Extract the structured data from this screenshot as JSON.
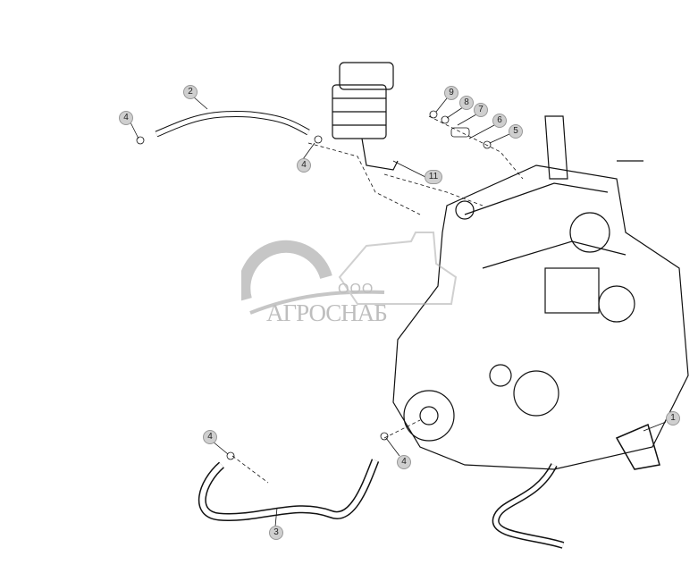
{
  "diagram": {
    "callouts": [
      {
        "label": "1"
      },
      {
        "label": "2"
      },
      {
        "label": "3"
      },
      {
        "label": "4"
      },
      {
        "label": "4"
      },
      {
        "label": "4"
      },
      {
        "label": "4"
      },
      {
        "label": "5"
      },
      {
        "label": "6"
      },
      {
        "label": "7"
      },
      {
        "label": "8"
      },
      {
        "label": "9"
      },
      {
        "label": "11"
      }
    ]
  },
  "watermark": {
    "prefix": "ООО",
    "name": "АГРОСНАБ",
    "color": "#8a8a8a"
  }
}
